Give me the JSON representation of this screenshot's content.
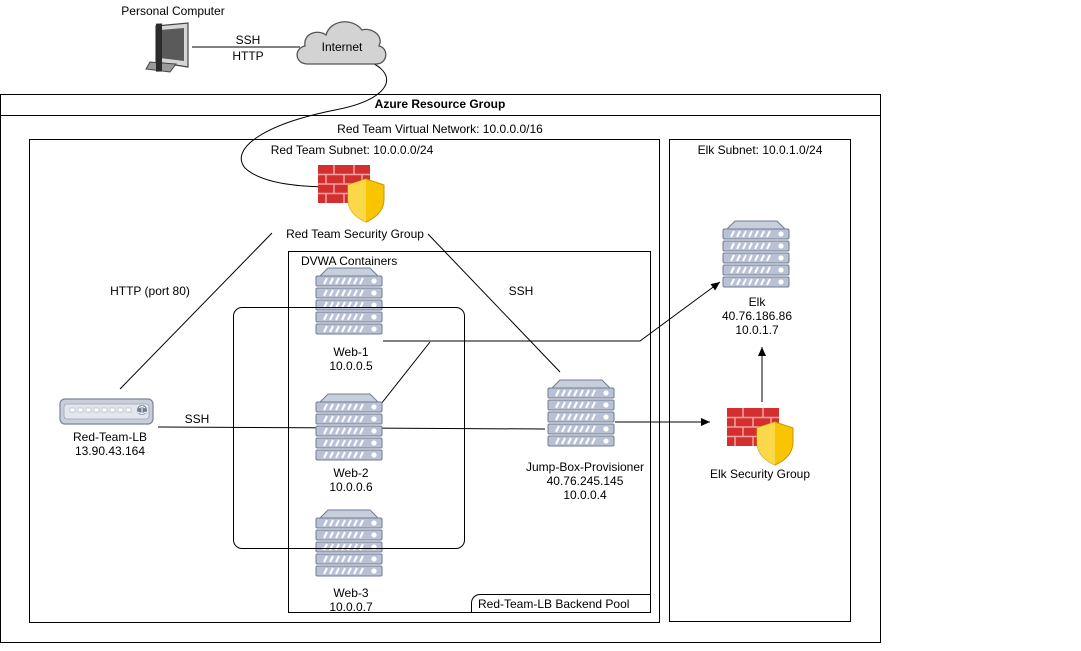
{
  "personal_computer": {
    "label": "Personal Computer"
  },
  "link_pc_internet": {
    "line1": "SSH",
    "line2": "HTTP"
  },
  "internet": {
    "label": "Internet"
  },
  "resource_group": {
    "title": "Azure Resource Group"
  },
  "vnet": {
    "title": "Red Team Virtual Network: 10.0.0.0/16"
  },
  "red_subnet": {
    "title": "Red Team Subnet: 10.0.0.0/24"
  },
  "red_nsg": {
    "label": "Red Team Security Group"
  },
  "http_link": {
    "label": "HTTP (port 80)"
  },
  "ssh_link_top": {
    "label": "SSH"
  },
  "ssh_link_lb": {
    "label": "SSH"
  },
  "dvwa": {
    "title": "DVWA Containers"
  },
  "backend_pool": {
    "label": "Red-Team-LB Backend Pool"
  },
  "load_balancer": {
    "name": "Red-Team-LB",
    "ip": "13.90.43.164"
  },
  "web1": {
    "name": "Web-1",
    "ip": "10.0.0.5"
  },
  "web2": {
    "name": "Web-2",
    "ip": "10.0.0.6"
  },
  "web3": {
    "name": "Web-3",
    "ip": "10.0.0.7"
  },
  "jumpbox": {
    "name": "Jump-Box-Provisioner",
    "public_ip": "40.76.245.145",
    "ip": "10.0.0.4"
  },
  "elk_subnet": {
    "title": "Elk Subnet: 10.0.1.0/24"
  },
  "elk": {
    "name": "Elk",
    "public_ip": "40.76.186.86",
    "ip": "10.0.1.7"
  },
  "elk_nsg": {
    "label": "Elk Security Group"
  },
  "colors": {
    "server_fill": "#b9c2d4",
    "server_stroke": "#6f7d93",
    "firewall_red": "#d32f2f",
    "shield_yellow": "#f9c400",
    "cloud_fill": "#d3d3d3"
  },
  "icons": [
    "desktop-computer-icon",
    "cloud-icon",
    "server-icon",
    "firewall-shield-icon",
    "load-balancer-icon"
  ]
}
